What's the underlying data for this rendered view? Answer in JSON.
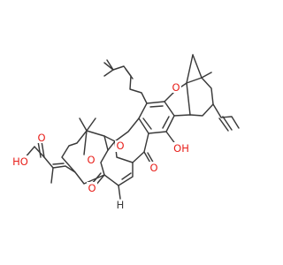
{
  "colors": {
    "background": "#ffffff",
    "bond": "#3a3a3a",
    "oxygen": "#e8201b"
  },
  "labels": {
    "o_ring_upper": "O",
    "o_bridge": "O",
    "o_furan": "O",
    "hydroxyl": "OH",
    "ketone_right": "O",
    "ketone_left": "O",
    "acid_oxygen": "O",
    "acid_hydroxyl": "HO",
    "stereo_h": "H"
  }
}
